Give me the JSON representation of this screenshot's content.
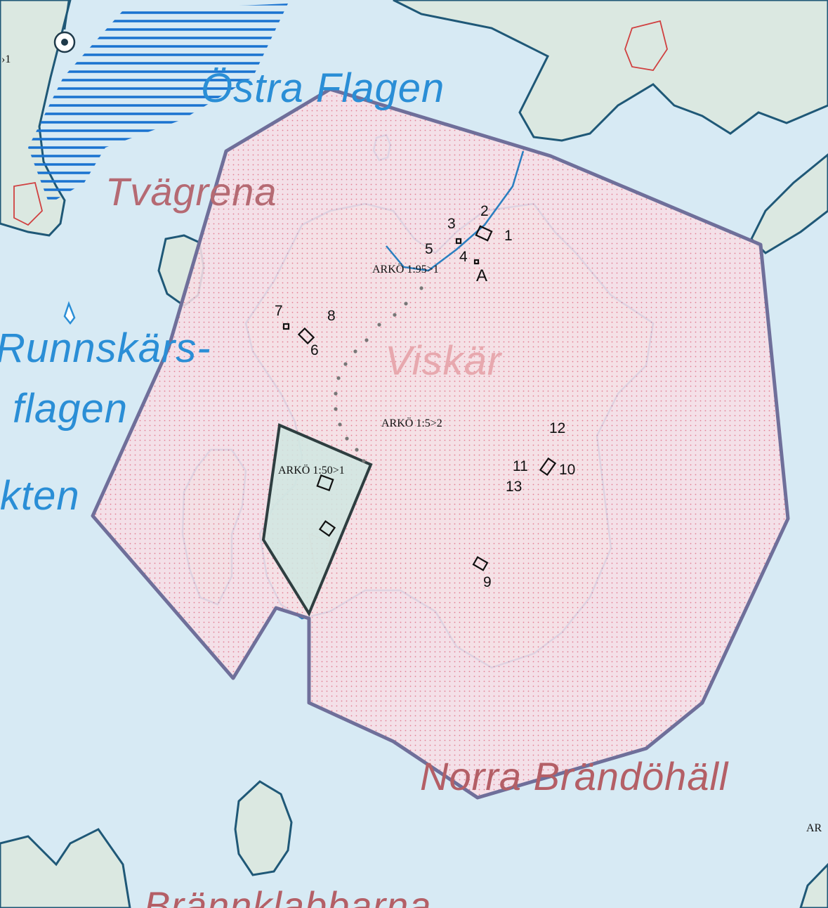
{
  "map": {
    "colors": {
      "water": "#cfe6f2",
      "land": "#dfeae4",
      "coast": "#1f5877",
      "water_text": "#2a8ed6",
      "place_text": "#b45f66",
      "zone_fill": "#f7dce3",
      "zone_border": "#6f6f9a",
      "hatch": "#1a73d0"
    },
    "labels": {
      "ostra_flagen": "Östra Flagen",
      "tvagrena": "Tvägrena",
      "runnskars": "Runnskärs-",
      "flagen": "flagen",
      "kten": "kten",
      "viskar": "Viskär",
      "norra_brandohall": "Norra Brändöhäll",
      "brannklabbarna": "Brännklabbarna",
      "edge_ar": "AR",
      "edge_1": "›1"
    },
    "arko_labels": {
      "a1": "ARKÖ 1:95>1",
      "a2": "ARKÖ 1:5>2",
      "a3": "ARKÖ 1:50>1"
    },
    "site_numbers": [
      "1",
      "2",
      "3",
      "4",
      "5",
      "6",
      "7",
      "8",
      "9",
      "10",
      "11",
      "12",
      "13",
      "A"
    ],
    "icons": [
      "lighthouse-icon"
    ]
  }
}
